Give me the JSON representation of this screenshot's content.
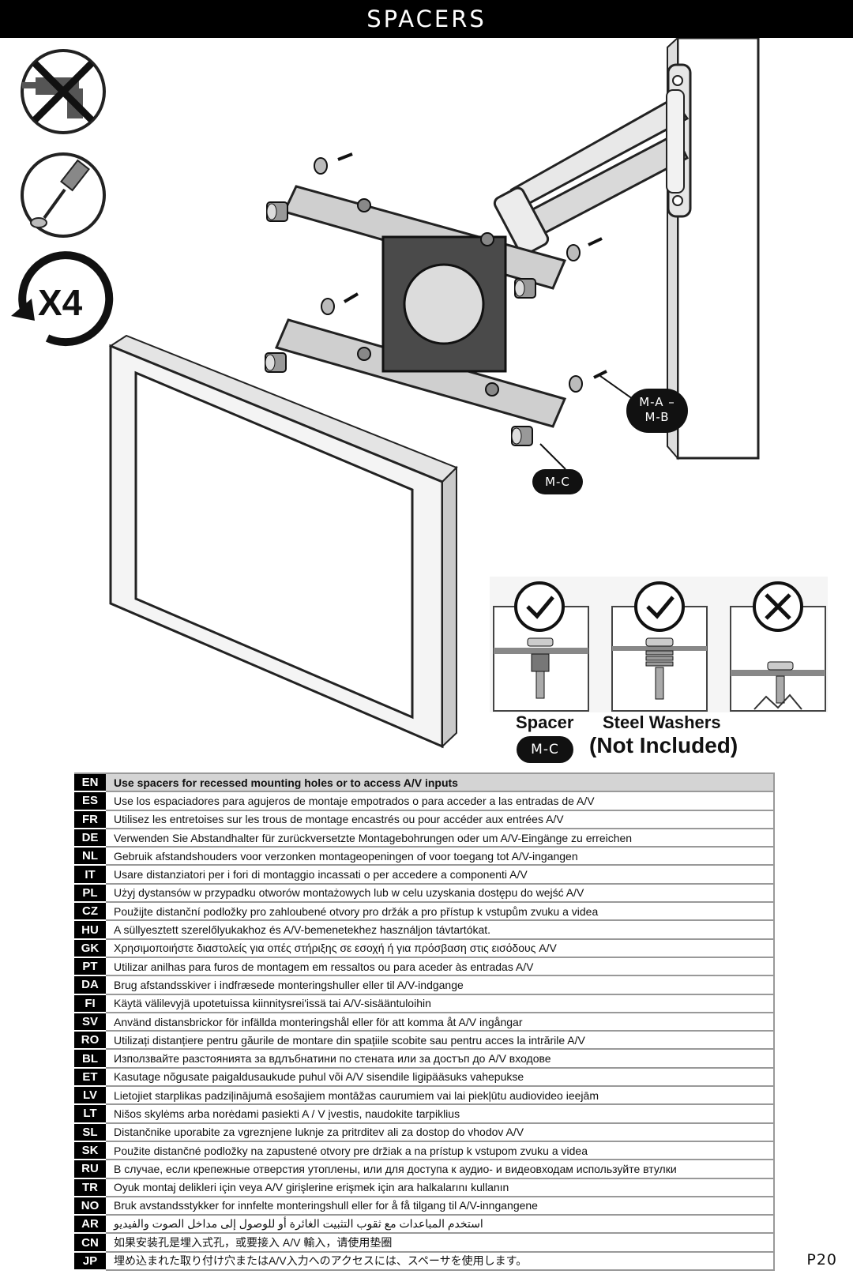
{
  "header": {
    "title": "SPACERS"
  },
  "icons": {
    "no_power_drill": "no-power-drill-icon",
    "screwdriver": "screwdriver-icon",
    "repeat_x4_label": "X4"
  },
  "callouts": {
    "ma_mb_line1": "M-A –",
    "ma_mb_line2": "M-B",
    "mc": "M-C"
  },
  "comparison": {
    "spacer_label": "Spacer",
    "spacer_part": "M-C",
    "washers_label": "Steel Washers",
    "not_included": "(Not Included)"
  },
  "languages": [
    {
      "code": "EN",
      "text": "Use spacers for recessed mounting holes or to access A/V inputs"
    },
    {
      "code": "ES",
      "text": "Use los espaciadores para agujeros de montaje empotrados o para acceder a las entradas de A/V"
    },
    {
      "code": "FR",
      "text": "Utilisez les entretoises sur les trous de montage encastrés ou pour accéder aux entrées A/V"
    },
    {
      "code": "DE",
      "text": "Verwenden Sie Abstandhalter für zurückversetzte Montagebohrungen oder um A/V-Eingänge zu erreichen"
    },
    {
      "code": "NL",
      "text": "Gebruik afstandshouders voor verzonken montageopeningen of voor toegang tot A/V-ingangen"
    },
    {
      "code": "IT",
      "text": "Usare distanziatori per i fori di montaggio incassati o per accedere a componenti A/V"
    },
    {
      "code": "PL",
      "text": "Użyj dystansów w przypadku otworów montażowych lub w celu uzyskania dostępu do wejść A/V"
    },
    {
      "code": "CZ",
      "text": "Použijte distanční podložky pro zahloubené otvory pro držák a pro přístup k vstupům zvuku a videa"
    },
    {
      "code": "HU",
      "text": "A süllyesztett szerelőlyukakhoz és A/V-bemenetekhez használjon távtartókat."
    },
    {
      "code": "GK",
      "text": "Χρησιμοποιήστε διαστολείς για οπές στήριξης σε εσοχή ή για πρόσβαση στις εισόδους A/V"
    },
    {
      "code": "PT",
      "text": "Utilizar anilhas para furos de montagem em ressaltos ou para aceder às entradas A/V"
    },
    {
      "code": "DA",
      "text": "Brug afstandsskiver i indfræsede monteringshuller eller til A/V-indgange"
    },
    {
      "code": "FI",
      "text": "Käytä välilevyjä upotetuissa kiinnitysrei'issä tai A/V-sisääntuloihin"
    },
    {
      "code": "SV",
      "text": "Använd distansbrickor för infällda monteringshål eller för att komma åt A/V ingångar"
    },
    {
      "code": "RO",
      "text": "Utilizați distanțiere pentru găurile de montare din spațiile scobite sau pentru acces la intrările A/V"
    },
    {
      "code": "BL",
      "text": "Използвайте разстоянията за вдлъбнатини по стената или за достъп до A/V входове"
    },
    {
      "code": "ET",
      "text": "Kasutage nõgusate paigaldusaukude puhul või A/V sisendile ligipääsuks vahepukse"
    },
    {
      "code": "LV",
      "text": "Lietojiet starplikas padziļinājumā esošajiem montāžas caurumiem vai lai piekļūtu audiovideo ieejām"
    },
    {
      "code": "LT",
      "text": "Nišos skylėms arba norėdami pasiekti A / V įvestis, naudokite tarpiklius"
    },
    {
      "code": "SL",
      "text": "Distančnike uporabite za vgreznjene luknje za pritrditev ali za dostop do vhodov A/V"
    },
    {
      "code": "SK",
      "text": "Použite distančné podložky na zapustené otvory pre držiak a na prístup k vstupom zvuku a videa"
    },
    {
      "code": "RU",
      "text": "В случае, если крепежные отверстия утоплены, или для доступа к аудио- и видеовходам используйте втулки"
    },
    {
      "code": "TR",
      "text": "Oyuk montaj delikleri için veya A/V girişlerine erişmek için ara halkalarını kullanın"
    },
    {
      "code": "NO",
      "text": "Bruk avstandsstykker for innfelte monteringshull eller for å få tilgang til A/V-inngangene"
    },
    {
      "code": "AR",
      "text": "استخدم المباعدات مع ثقوب التثبيت الغائرة أو للوصول إلى مداخل الصوت والفيديو"
    },
    {
      "code": "CN",
      "text": "如果安装孔是埋入式孔，或要接入 A/V 輸入，请使用垫圈"
    },
    {
      "code": "JP",
      "text": "埋め込まれた取り付け穴またはA/V入力へのアクセスには、スペーサを使用します。"
    }
  ],
  "page_number": "P20"
}
